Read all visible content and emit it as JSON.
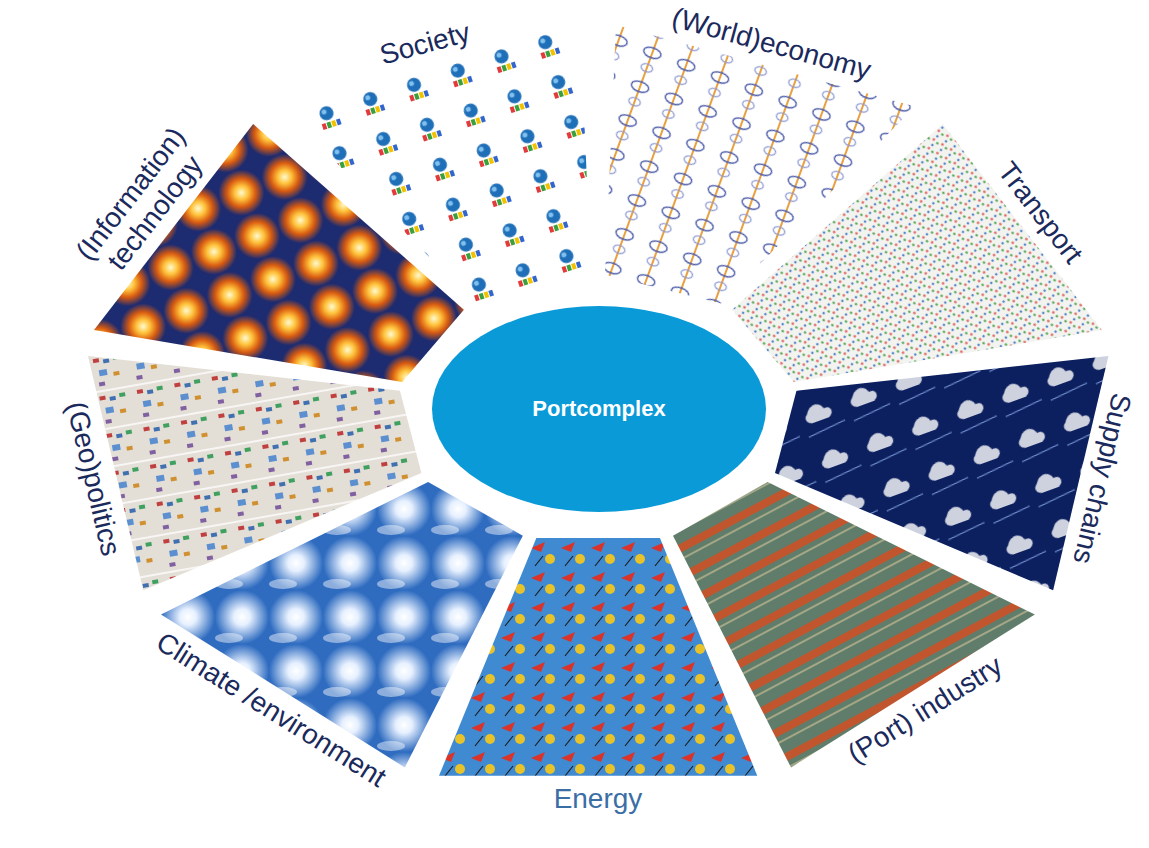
{
  "diagram": {
    "nodes": [
      {
        "text": [
          "Portcomplex"
        ]
      },
      {
        "text": [
          "(Information) technology"
        ]
      },
      {
        "text": [
          "Society"
        ]
      },
      {
        "text": [
          "(World)economy"
        ]
      },
      {
        "text": [
          "Transport"
        ]
      },
      {
        "text": [
          "Supply chains"
        ]
      },
      {
        "text": [
          "(Port) industry"
        ]
      },
      {
        "text": [
          "Energy"
        ]
      },
      {
        "text": [
          "Climate /environment"
        ]
      },
      {
        "text": [
          "(Geo)politics"
        ]
      }
    ]
  }
}
